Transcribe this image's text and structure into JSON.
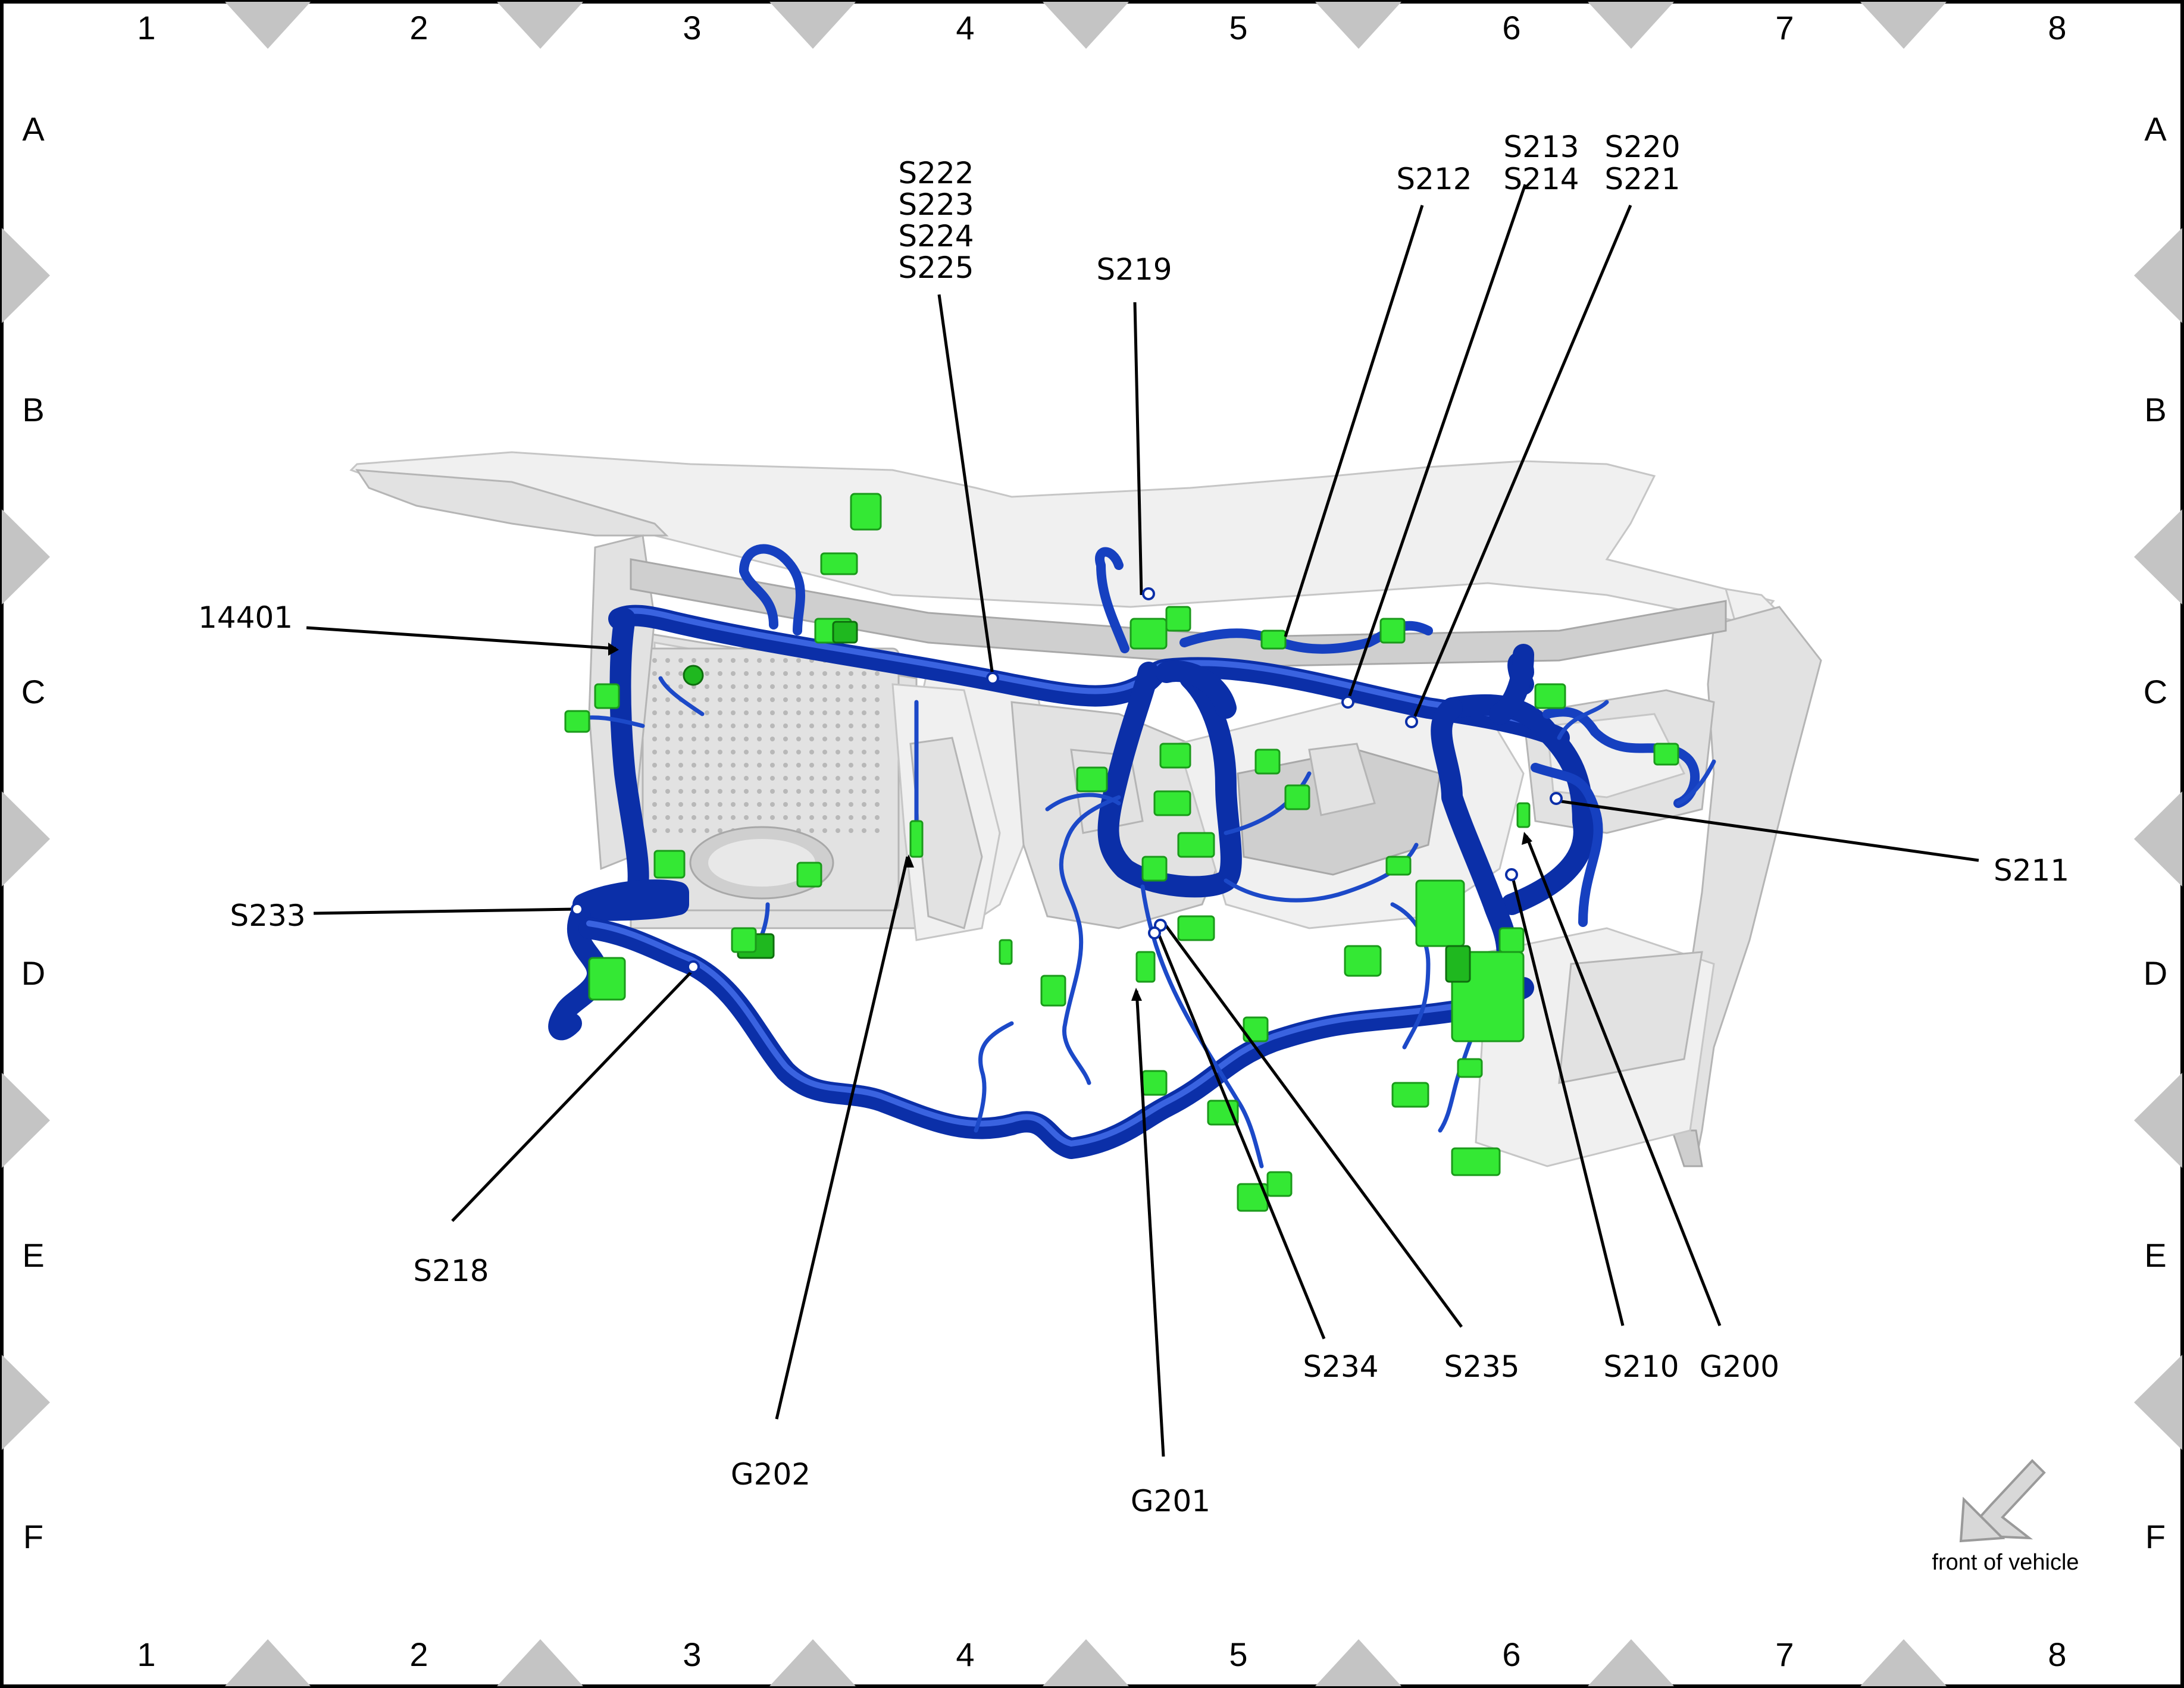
{
  "grid": {
    "columns": [
      "1",
      "2",
      "3",
      "4",
      "5",
      "6",
      "7",
      "8"
    ],
    "rows": [
      "A",
      "B",
      "C",
      "D",
      "E",
      "F"
    ]
  },
  "callouts": {
    "c14401": "14401",
    "s222": "S222",
    "s223": "S223",
    "s224": "S224",
    "s225": "S225",
    "s219": "S219",
    "s212": "S212",
    "s213": "S213",
    "s214": "S214",
    "s220": "S220",
    "s221": "S221",
    "s211": "S211",
    "s233": "S233",
    "s218": "S218",
    "g202": "G202",
    "g201": "G201",
    "s234": "S234",
    "s235": "S235",
    "s210": "S210",
    "g200": "G200"
  },
  "orientation": {
    "label": "front of vehicle",
    "icon": "arrow-down-left-icon"
  },
  "colors": {
    "harness": "#0b2fa8",
    "connector": "#34e834",
    "panel": "#e2e2e2",
    "frame": "#000000",
    "grid_marker": "#c4c4c4"
  }
}
